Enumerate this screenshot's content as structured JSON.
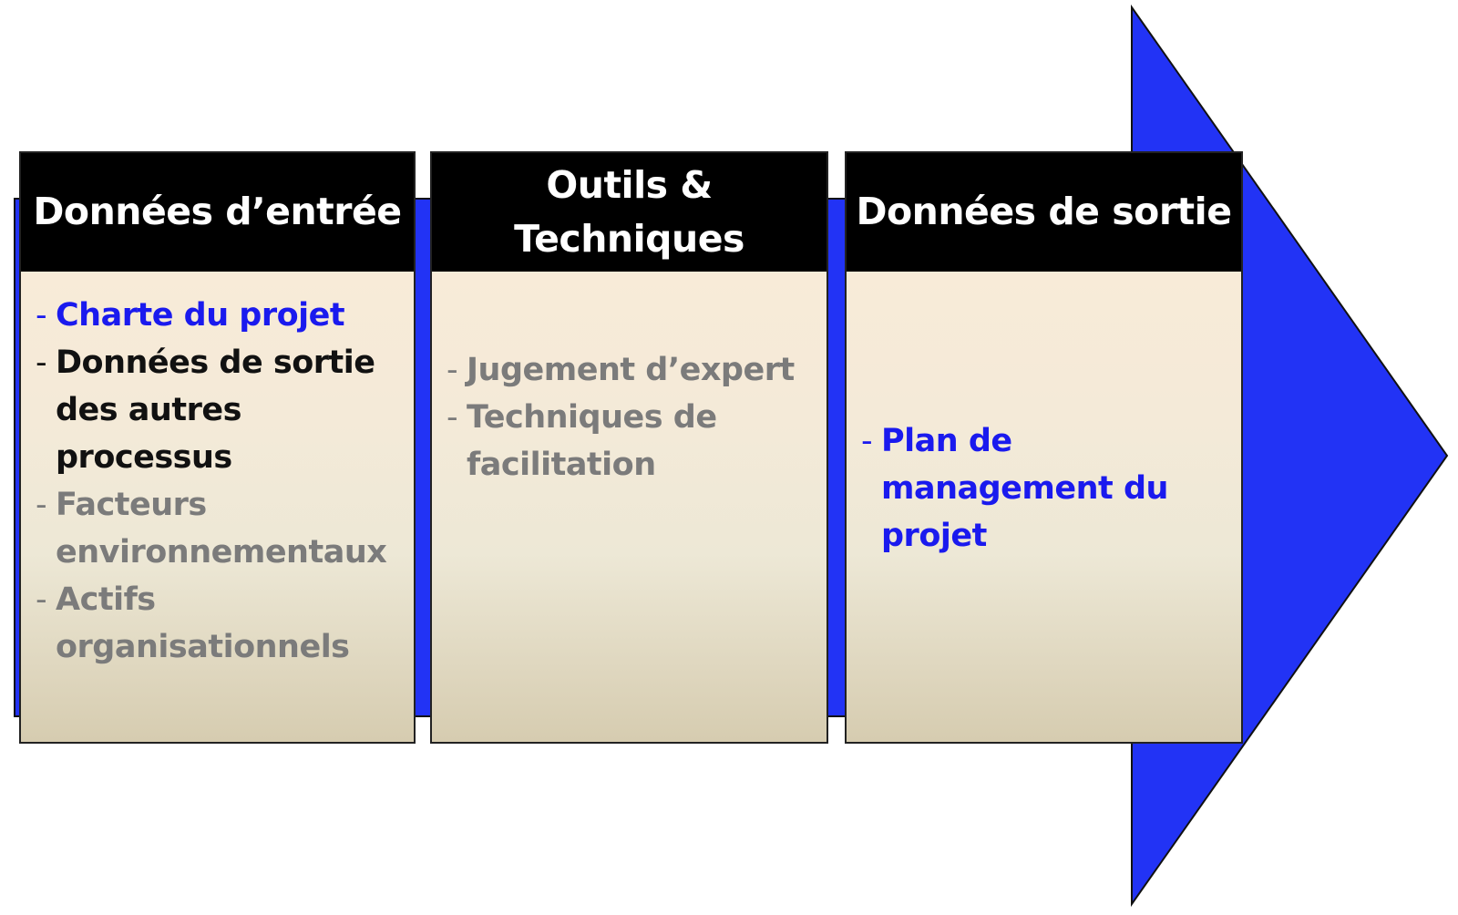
{
  "colors": {
    "arrow": "#2233f5",
    "header_bg": "#000000",
    "header_text": "#ffffff",
    "highlight": "#1a1aee",
    "regular": "#111111",
    "muted": "#7b7b7b"
  },
  "diagram": {
    "columns": [
      {
        "id": "inputs",
        "title": "Données d’entrée",
        "items": [
          {
            "dash": "-",
            "text": "Charte du projet",
            "tone": "blue"
          },
          {
            "dash": "-",
            "text": "Données de sortie des autres processus",
            "tone": "black"
          },
          {
            "dash": "-",
            "text": "Facteurs environnementaux",
            "tone": "gray"
          },
          {
            "dash": "-",
            "text": "Actifs organisationnels",
            "tone": "gray"
          }
        ]
      },
      {
        "id": "tools",
        "title": "Outils & Techniques",
        "items": [
          {
            "dash": "-",
            "text": "Jugement d’expert",
            "tone": "gray"
          },
          {
            "dash": "-",
            "text": "Techniques de facilitation",
            "tone": "gray"
          }
        ]
      },
      {
        "id": "outputs",
        "title": "Données de sortie",
        "items": [
          {
            "dash": "-",
            "text": "Plan de management du projet",
            "tone": "blue"
          }
        ]
      }
    ]
  }
}
